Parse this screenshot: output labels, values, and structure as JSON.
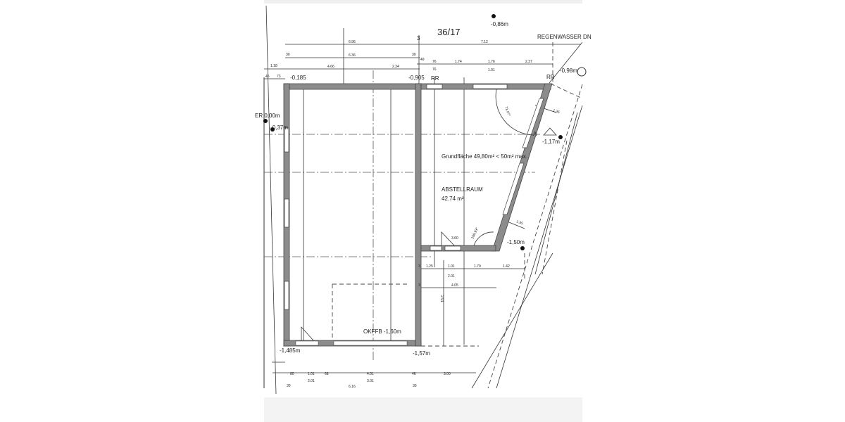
{
  "plan": {
    "parcel": "36/17",
    "rainwater": "REGENWASSER DN",
    "level_top": "-0,86m",
    "level_rr_right": "-0,98m",
    "level_left_top": "-0,185",
    "level_mid_top": "-0,905",
    "rr_label": "RR",
    "level_a": "-1,17m",
    "a_label": "A",
    "level_er": "ER 0,00m",
    "level_left": "-0,37m",
    "level_storage_corner": "-1,50m",
    "level_garage_bl": "-1,485m",
    "level_garage_br": "-1,57m",
    "floor_label": "OKFFB  -1,60m",
    "area_note": "Grundfläche 49,80m² < 50m² max.",
    "room_name": "ABSTELLRAUM",
    "room_area": "42.74 m²",
    "door_angle_top": "71,07°",
    "door_angle_bottom": "108,93°",
    "dim_360": "3.60",
    "dims_top": [
      "6.96",
      "30",
      "6.36",
      "30",
      "1.18",
      "4.66",
      "2.34",
      "45",
      "73",
      "3",
      "7.12",
      "49",
      "76",
      "1.74",
      "1.76",
      "2.37",
      "76",
      "1.01"
    ],
    "dims_right": [
      "1.35",
      "1.35"
    ],
    "dims_mid": [
      "3",
      "1.25",
      "1.01",
      "1.79",
      "1.42",
      "2.01",
      "3",
      "4.05",
      "2.91"
    ],
    "dims_bottom": [
      "80",
      "1.01",
      "68",
      "4.01",
      "46",
      "3.00",
      "2.01",
      "3.01",
      "30",
      "30",
      "6.16"
    ]
  }
}
